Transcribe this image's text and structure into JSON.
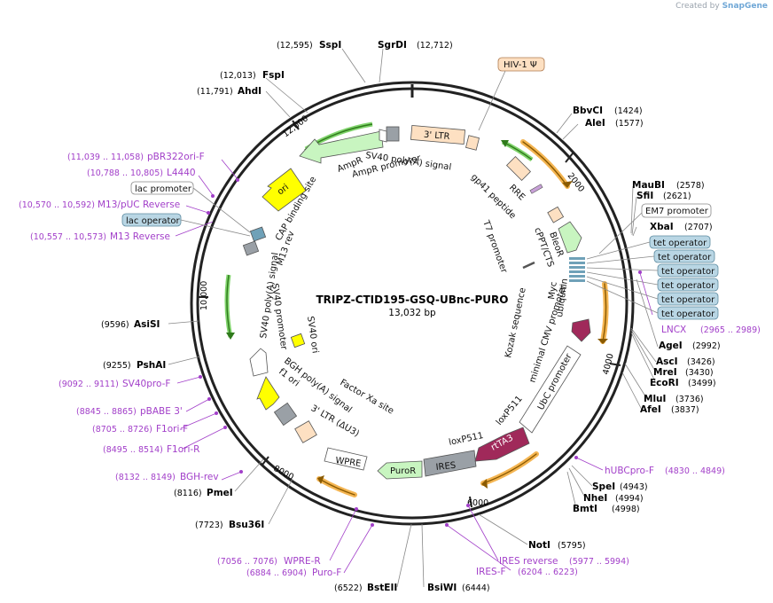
{
  "app": {
    "credit_prefix": "Created by",
    "credit_brand": "SnapGene"
  },
  "plasmid": {
    "name": "TRIPZ-CTID195-GSQ-UBnc-PURO",
    "length": "13,032 bp"
  },
  "ticks": [
    "2000",
    "4000",
    "6000",
    "8000",
    "10,000",
    "12,000"
  ],
  "enzymes": [
    {
      "name": "SspI",
      "pos": "(12,595)"
    },
    {
      "name": "SgrDI",
      "pos": "(12,712)"
    },
    {
      "name": "FspI",
      "pos": "(12,013)"
    },
    {
      "name": "AhdI",
      "pos": "(11,791)"
    },
    {
      "name": "BbvCI",
      "pos": "(1424)"
    },
    {
      "name": "AleI",
      "pos": "(1577)"
    },
    {
      "name": "MauBI",
      "pos": "(2578)"
    },
    {
      "name": "SfiI",
      "pos": "(2621)"
    },
    {
      "name": "XbaI",
      "pos": "(2707)"
    },
    {
      "name": "AgeI",
      "pos": "(2992)"
    },
    {
      "name": "AscI",
      "pos": "(3426)"
    },
    {
      "name": "MreI",
      "pos": "(3430)"
    },
    {
      "name": "EcoRI",
      "pos": "(3499)"
    },
    {
      "name": "MluI",
      "pos": "(3736)"
    },
    {
      "name": "AfeI",
      "pos": "(3837)"
    },
    {
      "name": "AsiSI",
      "pos": "(9596)"
    },
    {
      "name": "PshAI",
      "pos": "(9255)"
    },
    {
      "name": "PmeI",
      "pos": "(8116)"
    },
    {
      "name": "Bsu36I",
      "pos": "(7723)"
    },
    {
      "name": "BstEII",
      "pos": "(6522)"
    },
    {
      "name": "BsiWI",
      "pos": "(6444)"
    },
    {
      "name": "NotI",
      "pos": "(5795)"
    },
    {
      "name": "SpeI",
      "pos": "(4943)"
    },
    {
      "name": "NheI",
      "pos": "(4994)"
    },
    {
      "name": "BmtI",
      "pos": "(4998)"
    }
  ],
  "primers": [
    {
      "name": "pBR322ori-F",
      "pos": "(11,039 .. 11,058)"
    },
    {
      "name": "L4440",
      "pos": "(10,788 .. 10,805)"
    },
    {
      "name": "M13/pUC Reverse",
      "pos": "(10,570 .. 10,592)"
    },
    {
      "name": "M13 Reverse",
      "pos": "(10,557 .. 10,573)"
    },
    {
      "name": "LNCX",
      "pos": "(2965 .. 2989)"
    },
    {
      "name": "SV40pro-F",
      "pos": "(9092 .. 9111)"
    },
    {
      "name": "pBABE 3'",
      "pos": "(8845 .. 8865)"
    },
    {
      "name": "F1ori-F",
      "pos": "(8705 .. 8726)"
    },
    {
      "name": "F1ori-R",
      "pos": "(8495 .. 8514)"
    },
    {
      "name": "BGH-rev",
      "pos": "(8132 .. 8149)"
    },
    {
      "name": "hUBCpro-F",
      "pos": "(4830 .. 4849)"
    },
    {
      "name": "IRES reverse",
      "pos": "(5977 .. 5994)"
    },
    {
      "name": "IRES-F",
      "pos": "(6204 .. 6223)"
    },
    {
      "name": "WPRE-R",
      "pos": "(7056 .. 7076)"
    },
    {
      "name": "Puro-F",
      "pos": "(6884 .. 6904)"
    }
  ],
  "boxed_features": [
    {
      "name": "HIV-1 Ψ",
      "style": "orange"
    },
    {
      "name": "EM7 promoter",
      "style": "white"
    },
    {
      "name": "tet operator",
      "style": "blue"
    },
    {
      "name": "tet operator",
      "style": "blue"
    },
    {
      "name": "tet operator",
      "style": "blue"
    },
    {
      "name": "tet operator",
      "style": "blue"
    },
    {
      "name": "tet operator",
      "style": "blue"
    },
    {
      "name": "tet operator",
      "style": "blue"
    },
    {
      "name": "lac promoter",
      "style": "white"
    },
    {
      "name": "lac operator",
      "style": "blue"
    }
  ],
  "inner_labels": {
    "ltr5": "3' LTR",
    "sv40polyA_top": "SV40 poly(A) signal",
    "ampr": "AmpR",
    "ampr_promoter": "AmpR promoter",
    "cap": "CAP binding site",
    "ori": "ori",
    "m13rev": "M13 rev",
    "sv40polyA_left": "SV40 poly(A) signal",
    "sv40_promoter": "SV40 promoter",
    "sv40_ori": "SV40 ori",
    "bgh": "BGH poly(A) signal",
    "f1": "f1 ori",
    "ltr3": "3' LTR (ΔU3)",
    "wpre": "WPRE",
    "puror": "PuroR",
    "ires": "IRES",
    "loxp1": "loxP511",
    "loxp2": "loxP511",
    "rtta3": "rtTA3",
    "ubc": "UbC promoter",
    "cmv": "minimal CMV promoter",
    "myc": "Myc",
    "ubiquitin": "ubiquitin",
    "kozak": "Kozak sequence",
    "factor_xa": "Factor Xa site",
    "t7": "T7 promoter",
    "bleo": "BleoR",
    "cppt": "cPPT/CTS",
    "rre": "RRE",
    "gp41": "gp41 peptide"
  }
}
